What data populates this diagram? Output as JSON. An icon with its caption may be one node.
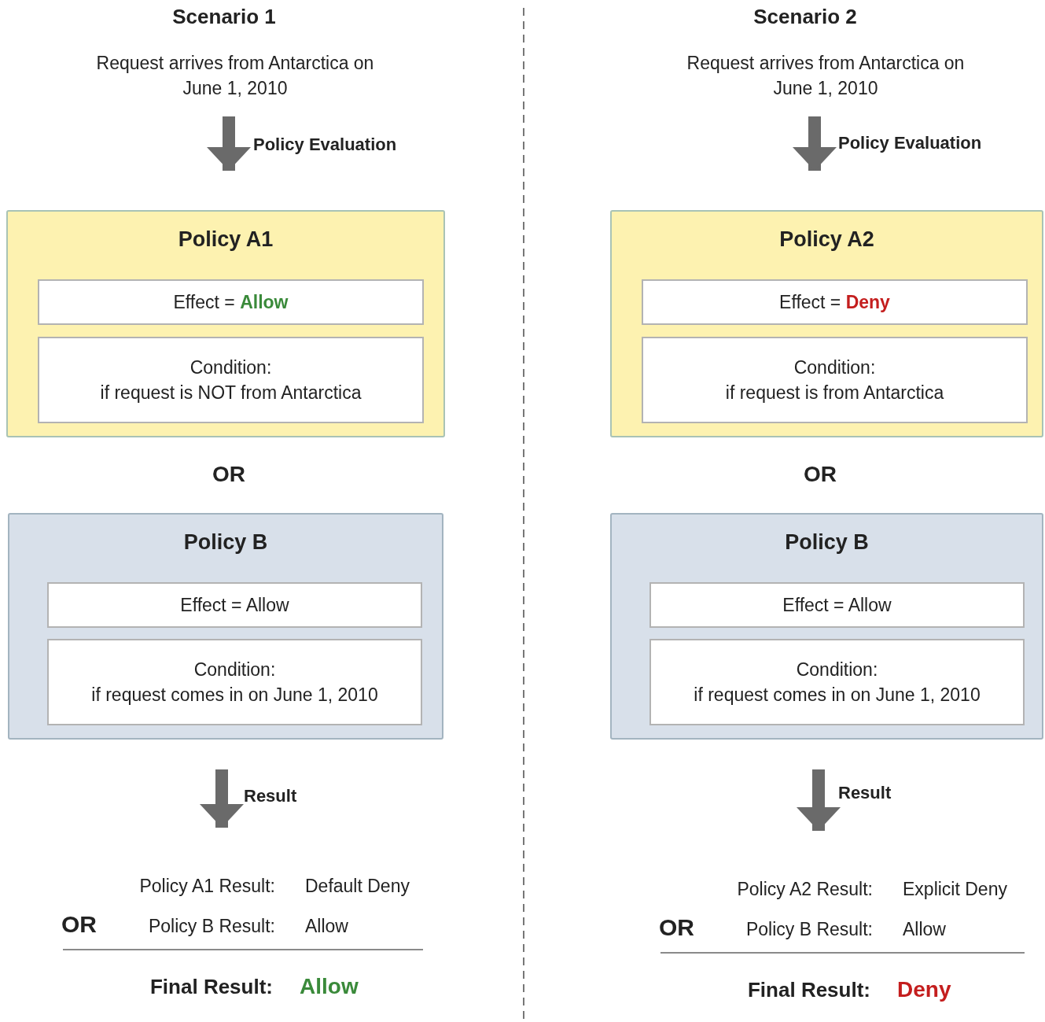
{
  "diagram": {
    "nodes": [
      {
        "text": [
          "Request arrives from Antarctica on June 1, 2010"
        ]
      },
      {
        "text": [
          "Policy A1"
        ]
      },
      {
        "text": [
          "Effect = **Allow**"
        ],
        "in": 1
      },
      {
        "text": [
          "Condition:",
          "if request is NOT from Antarctica"
        ],
        "in": 1
      },
      {
        "text": [
          "Policy B"
        ]
      },
      {
        "text": [
          "Effect = Allow"
        ],
        "in": 4
      },
      {
        "text": [
          "Condition:",
          "if request comes in on June 1, 2010"
        ],
        "in": 4
      },
      {
        "text": [
          "Policy A1 Result:",
          "Default Deny",
          "OR",
          "Policy B Result:",
          "Allow",
          "Final Result:",
          "Allow"
        ]
      },
      {
        "text": [
          "Request arrives from Antarctica on June 1, 2010"
        ]
      },
      {
        "text": [
          "Policy A2"
        ]
      },
      {
        "text": [
          "Effect = **Deny**"
        ],
        "in": 9
      },
      {
        "text": [
          "Condition:",
          "if request is from Antarctica"
        ],
        "in": 9
      },
      {
        "text": [
          "Policy B"
        ]
      },
      {
        "text": [
          "Effect = Allow"
        ],
        "in": 12
      },
      {
        "text": [
          "Condition:",
          "if request comes in on June 1, 2010"
        ],
        "in": 12
      },
      {
        "text": [
          "Policy A2 Result:",
          "Explicit Deny",
          "OR",
          "Policy B Result:",
          "Allow",
          "Final Result:",
          "Deny"
        ]
      }
    ],
    "edges": [
      {
        "from": 0,
        "to": 1,
        "arrow": "to",
        "label": "Policy Evaluation"
      },
      {
        "from": 4,
        "to": 7,
        "arrow": "to",
        "label": "Result"
      },
      {
        "from": 8,
        "to": 9,
        "arrow": "to",
        "label": "Policy Evaluation"
      },
      {
        "from": 12,
        "to": 15,
        "arrow": "to",
        "label": "Result"
      }
    ],
    "labels": [
      "Scenario 1",
      "Scenario 2",
      "OR",
      "OR"
    ]
  }
}
